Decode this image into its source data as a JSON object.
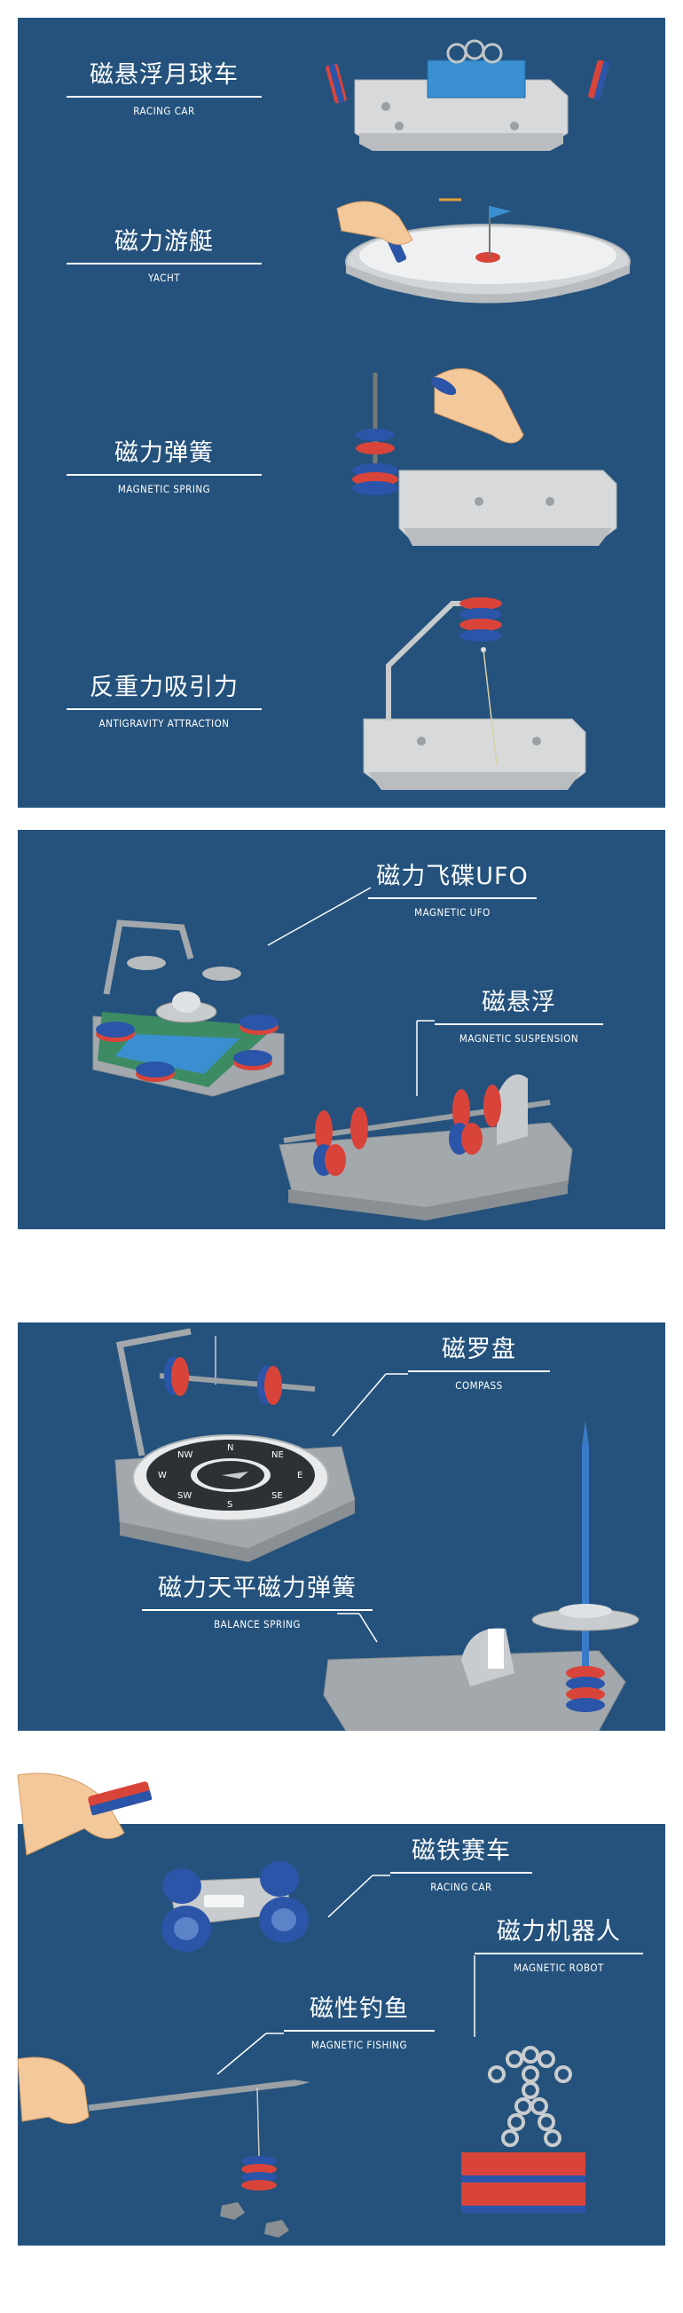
{
  "panel1": {
    "items": [
      {
        "zh": "磁悬浮月球车",
        "en": "RACING CAR"
      },
      {
        "zh": "磁力游艇",
        "en": "YACHT"
      },
      {
        "zh": "磁力弹簧",
        "en": "MAGNETIC SPRING"
      },
      {
        "zh": "反重力吸引力",
        "en": "ANTIGRAVITY ATTRACTION"
      }
    ]
  },
  "panel2": {
    "items": [
      {
        "zh": "磁力飞碟UFO",
        "en": "MAGNETIC UFO"
      },
      {
        "zh": "磁悬浮",
        "en": "MAGNETIC SUSPENSION"
      }
    ]
  },
  "panel3": {
    "items": [
      {
        "zh": "磁罗盘",
        "en": "COMPASS"
      },
      {
        "zh": "磁力天平磁力弹簧",
        "en": "BALANCE SPRING"
      }
    ],
    "compass_letters": [
      "N",
      "NE",
      "E",
      "SE",
      "S",
      "SW",
      "W",
      "NW"
    ]
  },
  "panel4": {
    "items": [
      {
        "zh": "磁铁赛车",
        "en": "RACING CAR"
      },
      {
        "zh": "磁力机器人",
        "en": "MAGNETIC ROBOT"
      },
      {
        "zh": "磁性钓鱼",
        "en": "MAGNETIC FISHING"
      }
    ]
  },
  "colors": {
    "panel_bg": "#24527c",
    "toy_gray": "#c9ccce",
    "magnet_red": "#d9443a",
    "magnet_blue": "#2a55a8"
  }
}
